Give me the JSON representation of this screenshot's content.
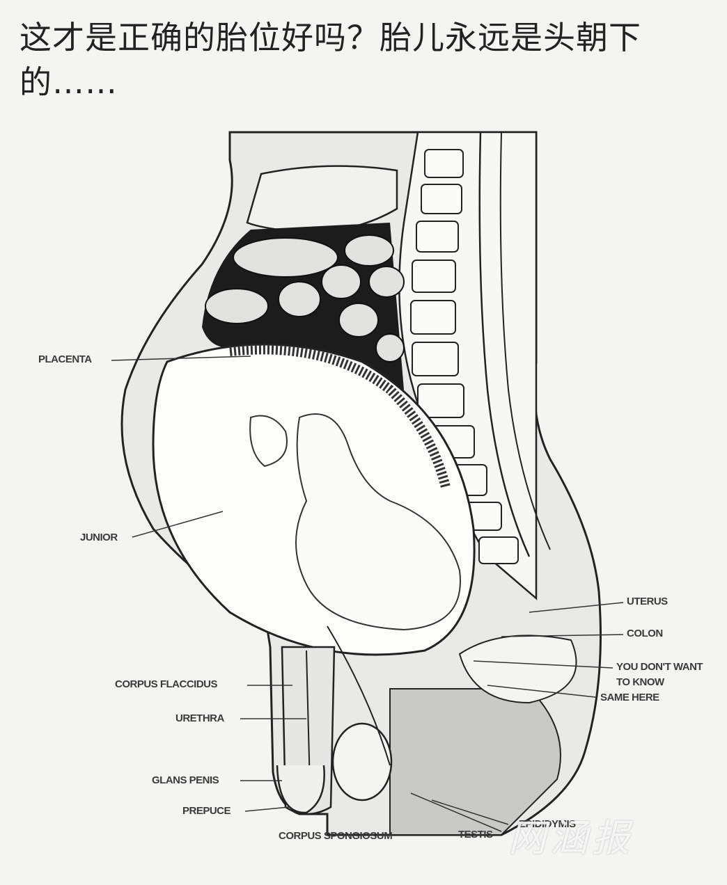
{
  "title": "这才是正确的胎位好吗？胎儿永远是头朝下的……",
  "labels": {
    "placenta": "PLACENTA",
    "junior": "JUNIOR",
    "uterus": "UTERUS",
    "colon": "COLON",
    "you_dont_want_line1": "YOU DON'T WANT",
    "you_dont_want_line2": "TO KNOW",
    "same_here": "SAME HERE",
    "corpus_flaccidus": "CORPUS FLACCIDUS",
    "urethra": "URETHRA",
    "glans_penis": "GLANS PENIS",
    "prepuce": "PREPUCE",
    "corpus_spongiosum": "CORPUS SPONGIOSUM",
    "testis": "TESTIS",
    "epididymis": "EPIDIDYMIS"
  },
  "watermark": "网涵报"
}
